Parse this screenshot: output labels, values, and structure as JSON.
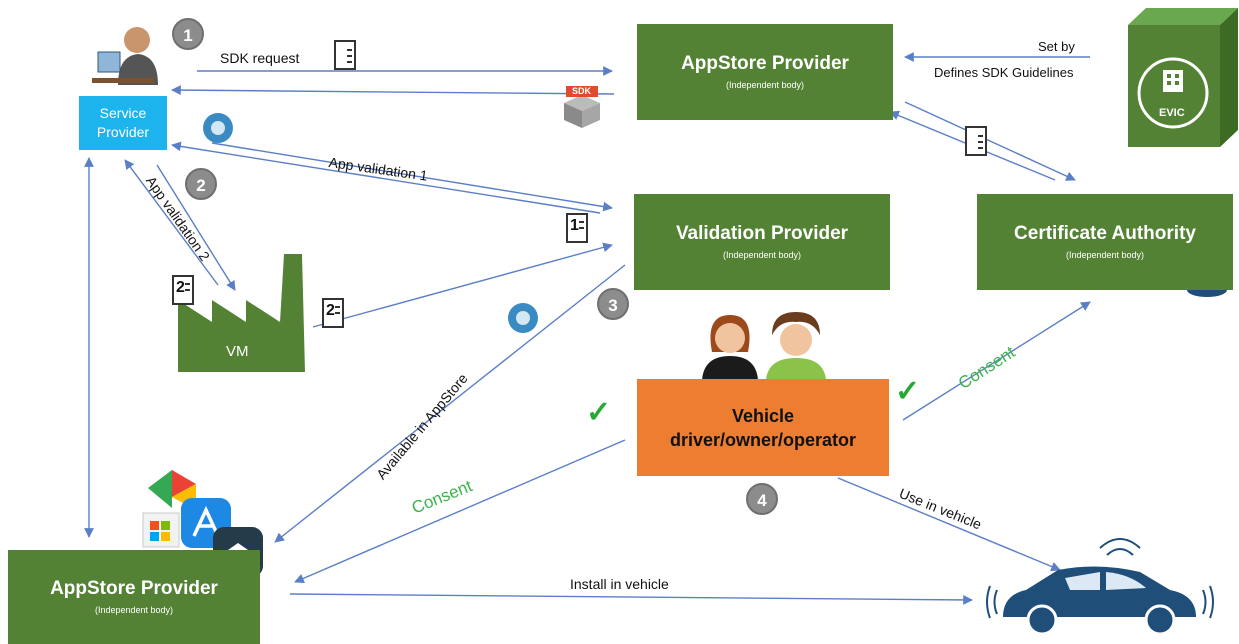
{
  "nodes": {
    "appstore_top": {
      "title": "AppStore Provider",
      "subtitle": "(Independent body)"
    },
    "validation": {
      "title": "Validation Provider",
      "subtitle": "(Independent body)"
    },
    "certificate": {
      "title": "Certificate Authority",
      "subtitle": "(Independent body)"
    },
    "appstore_bottom": {
      "title": "AppStore Provider",
      "subtitle": "(Independent body)"
    },
    "service_provider": {
      "line1": "Service",
      "line2": "Provider"
    },
    "vehicle_user": {
      "line1": "Vehicle",
      "line2": "driver/owner/operator"
    },
    "vm": {
      "label": "VM"
    },
    "evic": {
      "label": "EVIC"
    }
  },
  "steps": [
    "1",
    "2",
    "3",
    "4"
  ],
  "labels": {
    "sdk_request": "SDK request",
    "set_by": "Set by",
    "defines_sdk": "Defines SDK Guidelines",
    "app_validation_1": "App validation 1",
    "app_validation_2": "App validation 2",
    "available_appstore": "Available in AppStore",
    "consent_left": "Consent",
    "consent_right": "Consent",
    "use_in_vehicle": "Use in vehicle",
    "install_in_vehicle": "Install in vehicle",
    "sdk_badge": "SDK"
  },
  "docs": {
    "doc1": "1",
    "doc2a": "2",
    "doc2b": "2"
  },
  "colors": {
    "green_box": "#548235",
    "orange_box": "#ED7D31",
    "blue_box": "#1DB4EE",
    "arrow": "#5b7fc7",
    "consent": "#3bb34a",
    "step_circle": "#8c8c8c",
    "car": "#1f4e79"
  }
}
